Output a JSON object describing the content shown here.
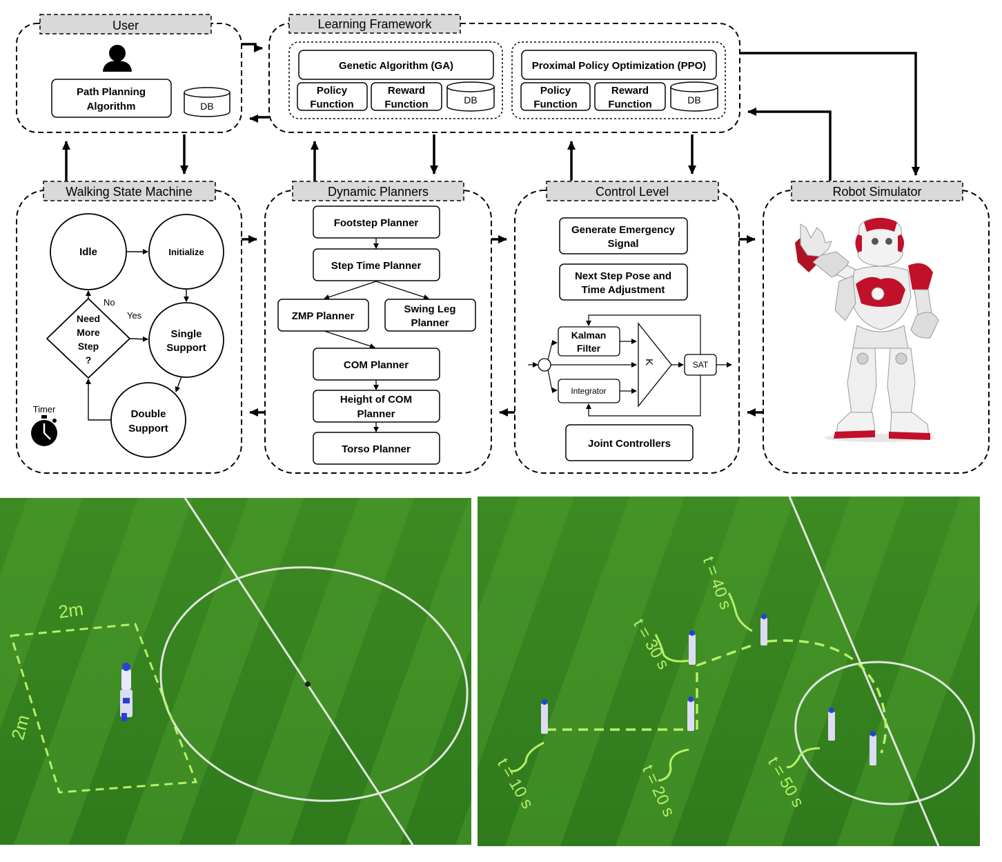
{
  "groups": {
    "user": "User",
    "learning": "Learning Framework",
    "wsm": "Walking State Machine",
    "dyn": "Dynamic Planners",
    "ctrl": "Control Level",
    "sim": "Robot Simulator"
  },
  "user": {
    "path_planning": [
      "Path Planning",
      "Algorithm"
    ],
    "db": "DB"
  },
  "learning": {
    "ga": {
      "title": "Genetic Algorithm (GA)",
      "policy": [
        "Policy",
        "Function"
      ],
      "reward": [
        "Reward",
        "Function"
      ],
      "db": "DB"
    },
    "ppo": {
      "title": "Proximal Policy Optimization (PPO)",
      "policy": [
        "Policy",
        "Function"
      ],
      "reward": [
        "Reward",
        "Function"
      ],
      "db": "DB"
    }
  },
  "wsm": {
    "idle": "Idle",
    "initialize": "Initialize",
    "single": [
      "Single",
      "Support"
    ],
    "double": [
      "Double",
      "Support"
    ],
    "decision": [
      "Need",
      "More",
      "Step",
      "?"
    ],
    "no": "No",
    "yes": "Yes",
    "timer": "Timer"
  },
  "dyn": {
    "footstep": "Footstep Planner",
    "step_time": "Step Time Planner",
    "zmp": "ZMP Planner",
    "swing": [
      "Swing Leg",
      "Planner"
    ],
    "com": "COM Planner",
    "height": [
      "Height of COM",
      "Planner"
    ],
    "torso": "Torso Planner"
  },
  "ctrl": {
    "emergency": [
      "Generate Emergency",
      "Signal"
    ],
    "next_step": [
      "Next Step Pose and",
      "Time Adjustment"
    ],
    "kalman": [
      "Kalman",
      "Filter"
    ],
    "integrator": "Integrator",
    "k": "K",
    "sat": "SAT",
    "joint": "Joint Controllers"
  },
  "field_left": {
    "width_label": "2m",
    "height_label": "2m"
  },
  "field_right": {
    "t10": "t = 10 s",
    "t20": "t = 20 s",
    "t30": "t = 30 s",
    "t40": "t = 40 s",
    "t50": "t = 50 s"
  },
  "colors": {
    "grass_dark": "#2f7a1c",
    "grass_light": "#45962a",
    "annotation": "#b7f06a",
    "robot_red": "#c0102a",
    "robot_blue": "#2a3fd6"
  }
}
